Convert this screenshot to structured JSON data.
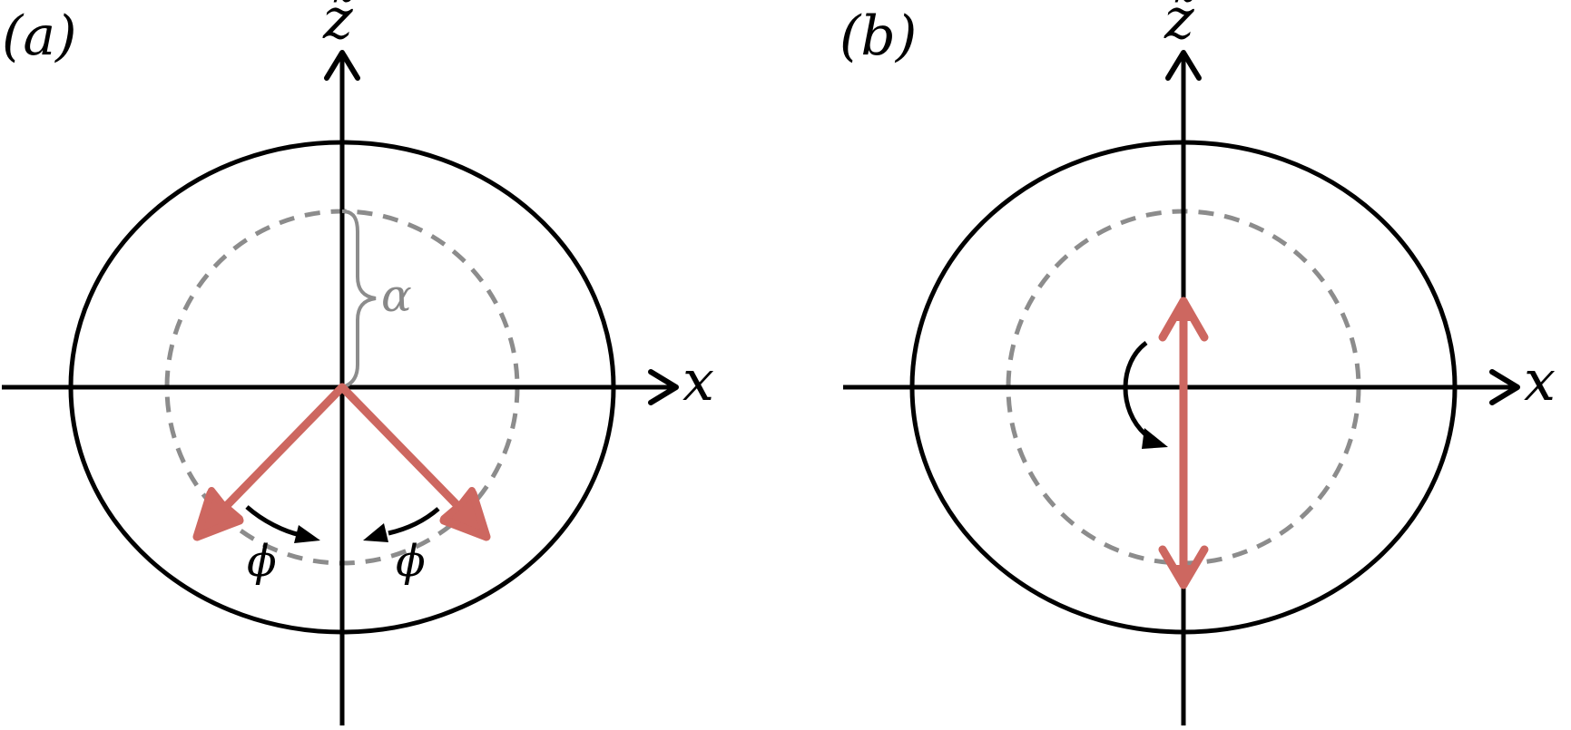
{
  "colors": {
    "axis": "#000000",
    "ellipse": "#000000",
    "dashed_circle": "#8c8c8c",
    "vector": "#cd6760",
    "rotation_arrow": "#000000",
    "bracket": "#8c8c8c"
  },
  "panels": [
    {
      "label": "(a)",
      "x_axis_label": "x",
      "z_axis_label": "z̃",
      "alpha_label": "α",
      "phi_left_label": "ϕ",
      "phi_right_label": "ϕ"
    },
    {
      "label": "(b)",
      "x_axis_label": "x",
      "z_axis_label": "z̃"
    }
  ]
}
